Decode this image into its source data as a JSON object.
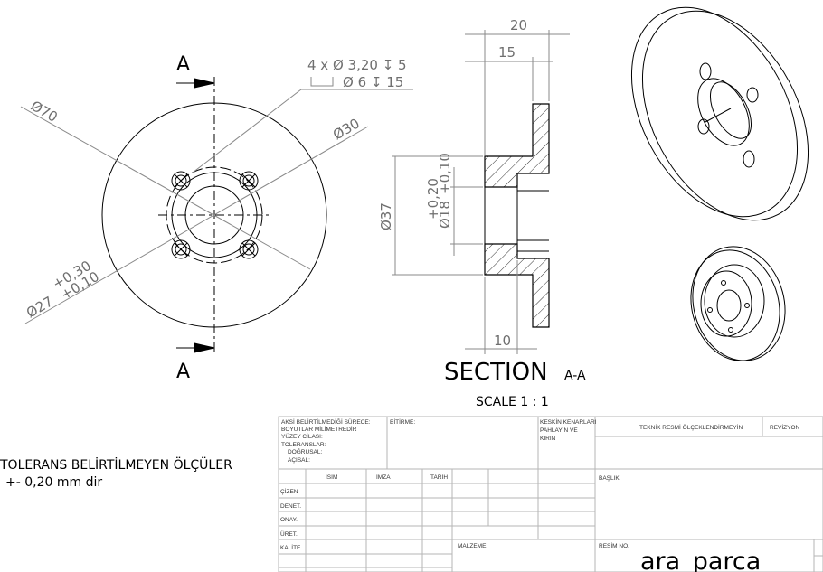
{
  "front_view": {
    "section_label_top": "A",
    "section_label_bottom": "A",
    "dim_outer": "Ø70",
    "dim_bolt_circle": "Ø30",
    "dim_bore_main": "Ø27",
    "dim_bore_tol_upper": "+0,30",
    "dim_bore_tol_lower": "+0,10",
    "hole_callout_line1": "4 x Ø 3,20 ↧ 5",
    "hole_callout_line2": "Ø 6 ↧ 15"
  },
  "section_view": {
    "dim_total_width": "20",
    "dim_hub_width": "15",
    "dim_counterbore_depth": "10",
    "dim_hub_dia": "Ø37",
    "dim_bore_main": "Ø18",
    "dim_bore_tol_upper": "+0,20",
    "dim_bore_tol_lower": "+0,10",
    "title": "SECTION",
    "title_suffix": "A-A",
    "scale": "SCALE  1 : 1"
  },
  "general_tolerance": {
    "line1": "TOLERANS BELİRTİLMEYEN ÖLÇÜLER",
    "line2": "+- 0,20 mm dir"
  },
  "title_block": {
    "notes": [
      "AKSİ BELİRTİLMEDİĞİ SÜRECE:",
      "BOYUTLAR MİLİMETREDİR",
      "YÜZEY CİLASI:",
      "TOLERANSLAR:",
      "DOĞRUSAL:",
      "AÇISAL:"
    ],
    "finish": "BİTİRME:",
    "edges": [
      "KESKİN KENARLARI",
      "PAHLAYIN VE",
      "KIRIN"
    ],
    "do_not_scale": "TEKNİK RESMİ ÖLÇEKLENDİRMEYİN",
    "revision": "REVİZYON",
    "headers": [
      "İSİM",
      "İMZA",
      "TARİH"
    ],
    "roles": [
      "ÇİZEN",
      "DENET.",
      "ONAY.",
      "ÜRET.",
      "KALİTE"
    ],
    "title_label": "BAŞLIK:",
    "material_label": "MALZEME:",
    "drawing_no_label": "RESİM NO.",
    "drawing_no": "ara_parca"
  }
}
